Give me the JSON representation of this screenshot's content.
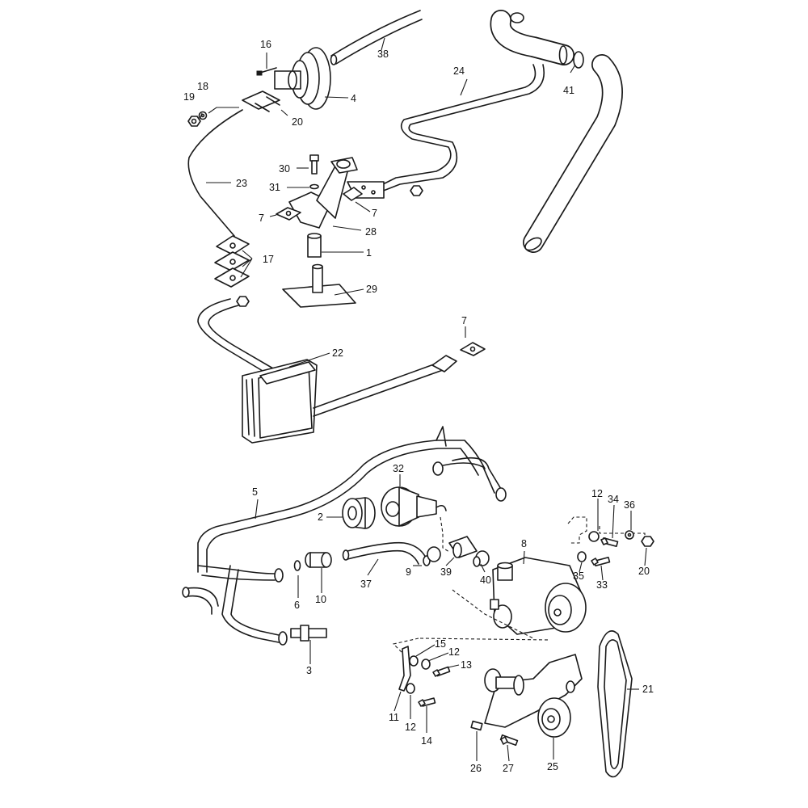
{
  "diagram": {
    "callouts": [
      {
        "id": "c16",
        "text": "16"
      },
      {
        "id": "c18",
        "text": "18"
      },
      {
        "id": "c19",
        "text": "19"
      },
      {
        "id": "c4",
        "text": "4"
      },
      {
        "id": "c20a",
        "text": "20"
      },
      {
        "id": "c38",
        "text": "38"
      },
      {
        "id": "c24",
        "text": "24"
      },
      {
        "id": "c41",
        "text": "41"
      },
      {
        "id": "c30",
        "text": "30"
      },
      {
        "id": "c31",
        "text": "31"
      },
      {
        "id": "c23",
        "text": "23"
      },
      {
        "id": "c7a",
        "text": "7"
      },
      {
        "id": "c7b",
        "text": "7"
      },
      {
        "id": "c28",
        "text": "28"
      },
      {
        "id": "c17",
        "text": "17"
      },
      {
        "id": "c1",
        "text": "1"
      },
      {
        "id": "c29",
        "text": "29"
      },
      {
        "id": "c7c",
        "text": "7"
      },
      {
        "id": "c22",
        "text": "22"
      },
      {
        "id": "c5",
        "text": "5"
      },
      {
        "id": "c32",
        "text": "32"
      },
      {
        "id": "c2",
        "text": "2"
      },
      {
        "id": "c37",
        "text": "37"
      },
      {
        "id": "c9",
        "text": "9"
      },
      {
        "id": "c39",
        "text": "39"
      },
      {
        "id": "c40",
        "text": "40"
      },
      {
        "id": "c8",
        "text": "8"
      },
      {
        "id": "c6",
        "text": "6"
      },
      {
        "id": "c10",
        "text": "10"
      },
      {
        "id": "c3",
        "text": "3"
      },
      {
        "id": "c12a",
        "text": "12"
      },
      {
        "id": "c34",
        "text": "34"
      },
      {
        "id": "c36",
        "text": "36"
      },
      {
        "id": "c35",
        "text": "35"
      },
      {
        "id": "c33",
        "text": "33"
      },
      {
        "id": "c20b",
        "text": "20"
      },
      {
        "id": "c15",
        "text": "15"
      },
      {
        "id": "c12b",
        "text": "12"
      },
      {
        "id": "c13",
        "text": "13"
      },
      {
        "id": "c11",
        "text": "11"
      },
      {
        "id": "c12c",
        "text": "12"
      },
      {
        "id": "c14",
        "text": "14"
      },
      {
        "id": "c21",
        "text": "21"
      },
      {
        "id": "c26",
        "text": "26"
      },
      {
        "id": "c27",
        "text": "27"
      },
      {
        "id": "c25",
        "text": "25"
      }
    ]
  }
}
